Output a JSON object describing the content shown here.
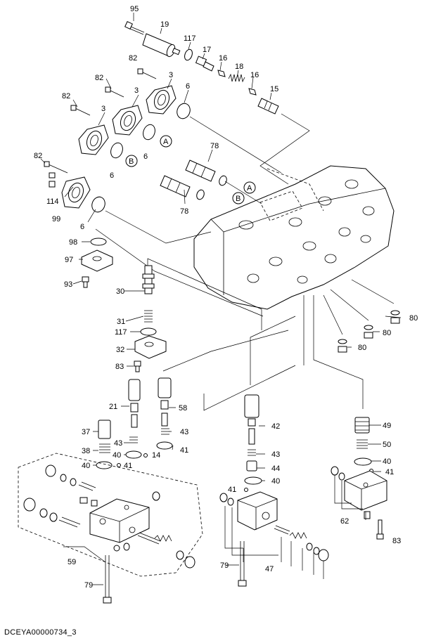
{
  "diagram": {
    "drawing_code": "DCEYA00000734_3",
    "labels": {
      "l95": "95",
      "l19": "19",
      "l117a": "117",
      "l17": "17",
      "l16a": "16",
      "l18": "18",
      "l16b": "16",
      "l15": "15",
      "l82a": "82",
      "l3a": "3",
      "l82b": "82",
      "l3b": "3",
      "l6a": "6",
      "l82c": "82",
      "l3c": "3",
      "l6b": "6",
      "lA1": "A",
      "l6c": "6",
      "lB1": "B",
      "l82d": "82",
      "l78a": "78",
      "l114": "114",
      "lA2": "A",
      "lB2": "B",
      "l99": "99",
      "l78b": "78",
      "l6d": "6",
      "l98": "98",
      "l97": "97",
      "l93": "93",
      "l30": "30",
      "l31": "31",
      "l117b": "117",
      "l32": "32",
      "l83a": "83",
      "l80a": "80",
      "l80b": "80",
      "l80c": "80",
      "l21": "21",
      "l58": "58",
      "l37": "37",
      "l43a": "43",
      "l43b": "43",
      "l38": "38",
      "l40a": "40",
      "l40b": "40",
      "l41a": "41",
      "l41b": "41",
      "l14": "14",
      "l42": "42",
      "l43c": "43",
      "l44": "44",
      "l41c": "41",
      "l40c": "40",
      "l49": "49",
      "l50": "50",
      "l40d": "40",
      "l41d": "41",
      "l62": "62",
      "l83b": "83",
      "l59": "59",
      "l79a": "79",
      "l79b": "79",
      "l47": "47"
    }
  }
}
